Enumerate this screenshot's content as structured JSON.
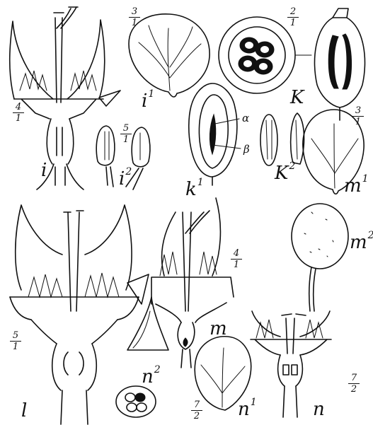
{
  "figures": [
    {
      "id": "i",
      "label": "i",
      "sup": "",
      "scale": {
        "num": "4",
        "den": "1"
      }
    },
    {
      "id": "i1",
      "label": "i",
      "sup": "1",
      "scale": {
        "num": "3",
        "den": "1"
      }
    },
    {
      "id": "i2",
      "label": "i",
      "sup": "2",
      "scale": {
        "num": "5",
        "den": "1"
      }
    },
    {
      "id": "K",
      "label": "K",
      "sup": "",
      "scale": {
        "num": "2",
        "den": "1"
      }
    },
    {
      "id": "k1",
      "label": "k",
      "sup": "1",
      "scale": {
        "num": "",
        "den": ""
      }
    },
    {
      "id": "K2",
      "label": "K",
      "sup": "2",
      "scale": {
        "num": "",
        "den": ""
      }
    },
    {
      "id": "m1",
      "label": "m",
      "sup": "1",
      "scale": {
        "num": "3",
        "den": "1"
      }
    },
    {
      "id": "m2",
      "label": "m",
      "sup": "2",
      "scale": {
        "num": "",
        "den": ""
      }
    },
    {
      "id": "m",
      "label": "m",
      "sup": "",
      "scale": {
        "num": "4",
        "den": "1"
      }
    },
    {
      "id": "l",
      "label": "l",
      "sup": "",
      "scale": {
        "num": "5",
        "den": "1"
      }
    },
    {
      "id": "n2",
      "label": "n",
      "sup": "2",
      "scale": {
        "num": "",
        "den": ""
      }
    },
    {
      "id": "n1",
      "label": "n",
      "sup": "1",
      "scale": {
        "num": "7",
        "den": "2"
      }
    },
    {
      "id": "n",
      "label": "n",
      "sup": "",
      "scale": {
        "num": "7",
        "den": "2"
      }
    }
  ],
  "annotations": {
    "alpha": "α",
    "beta": "β"
  }
}
